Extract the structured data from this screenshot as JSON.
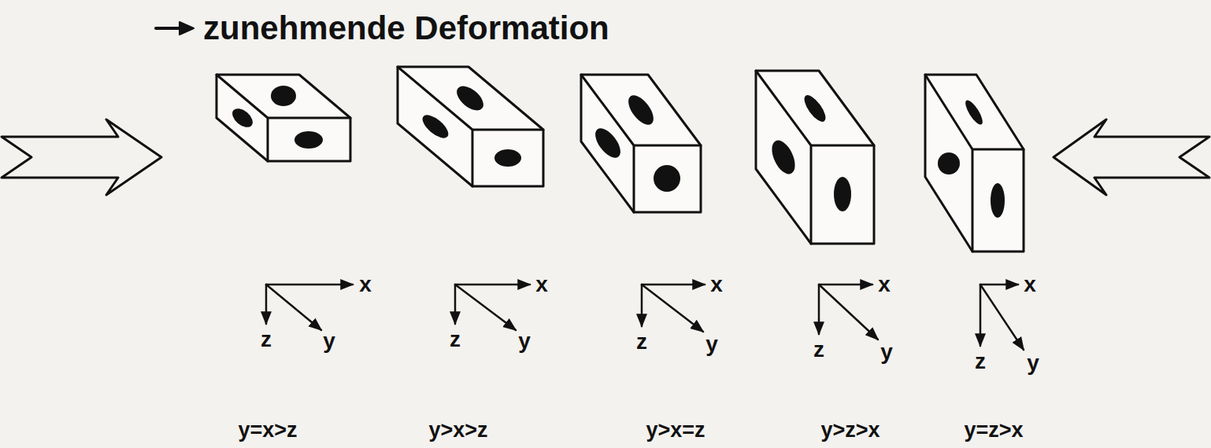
{
  "diagram": {
    "title": "zunehmende Deformation",
    "labels": [
      "x",
      "z",
      "y",
      "x",
      "z",
      "y",
      "x",
      "z",
      "y",
      "x",
      "z",
      "y",
      "x",
      "z",
      "y",
      "y=x>z",
      "y>x>z",
      "y>x=z",
      "y>z>x",
      "y=z>x"
    ]
  }
}
